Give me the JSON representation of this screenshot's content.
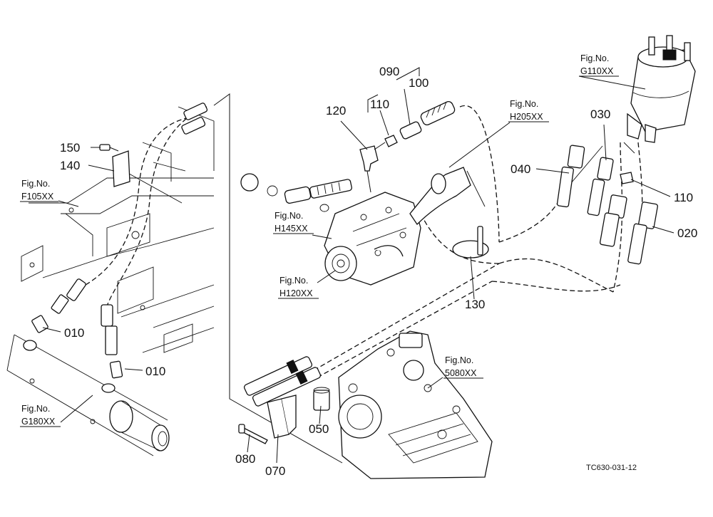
{
  "diagram": {
    "part_numbers": {
      "p010a": "010",
      "p010b": "010",
      "p020": "020",
      "p030": "030",
      "p040": "040",
      "p050": "050",
      "p070": "070",
      "p080": "080",
      "p090": "090",
      "p100": "100",
      "p110a": "110",
      "p110b": "110",
      "p120": "120",
      "p130": "130",
      "p140": "140",
      "p150": "150"
    },
    "figure_refs": {
      "f105": {
        "label": "Fig.No.",
        "code": "F105XX"
      },
      "g180": {
        "label": "Fig.No.",
        "code": "G180XX"
      },
      "h145": {
        "label": "Fig.No.",
        "code": "H145XX"
      },
      "h120": {
        "label": "Fig.No.",
        "code": "H120XX"
      },
      "h205": {
        "label": "Fig.No.",
        "code": "H205XX"
      },
      "g110": {
        "label": "Fig.No.",
        "code": "G110XX"
      },
      "s5080": {
        "label": "Fig.No.",
        "code": "5080XX"
      }
    },
    "drawing_code": "TC630-031-12"
  }
}
